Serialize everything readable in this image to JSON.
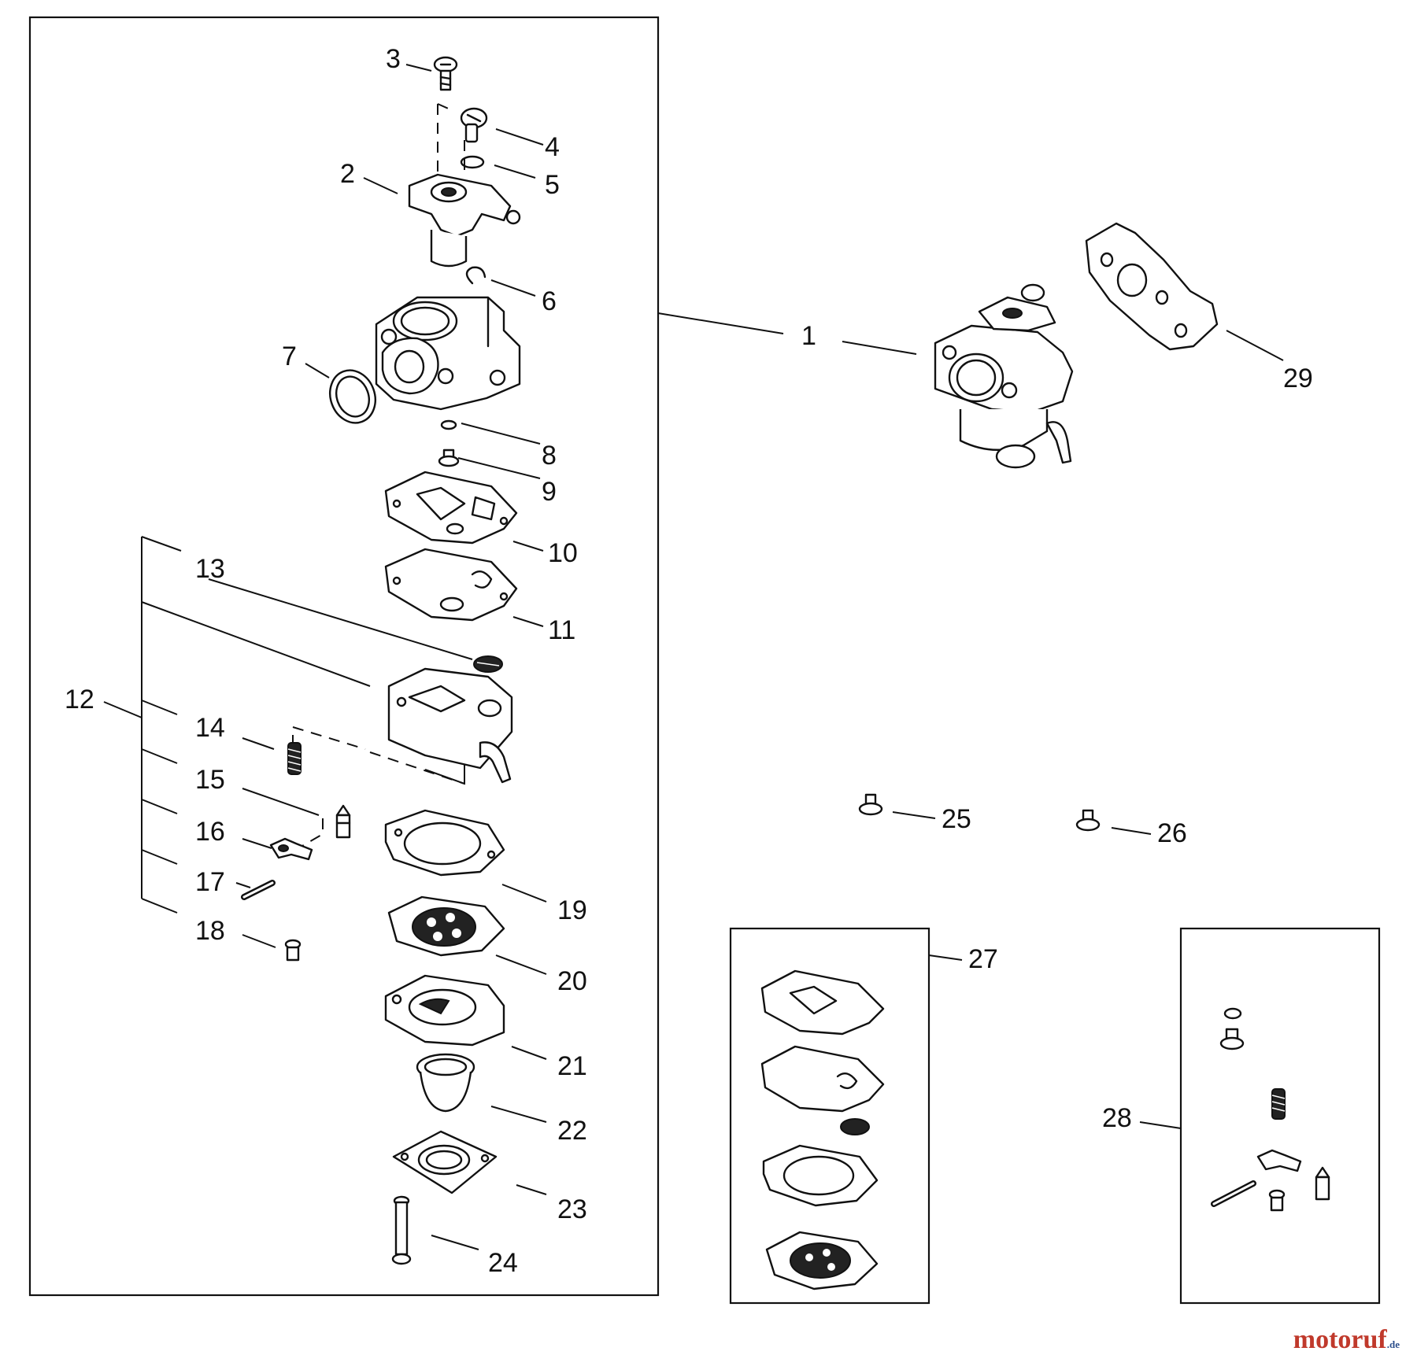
{
  "diagram": {
    "callouts": [
      "1",
      "2",
      "3",
      "4",
      "5",
      "6",
      "7",
      "8",
      "9",
      "10",
      "11",
      "12",
      "13",
      "14",
      "15",
      "16",
      "17",
      "18",
      "19",
      "20",
      "21",
      "22",
      "23",
      "24",
      "25",
      "26",
      "27",
      "28",
      "29"
    ]
  },
  "brand": {
    "main": "motoruf",
    "suffix": ".de"
  },
  "colors": {
    "line": "#111111",
    "brand_red": "#c0392b",
    "brand_blue": "#2c4f8c"
  }
}
